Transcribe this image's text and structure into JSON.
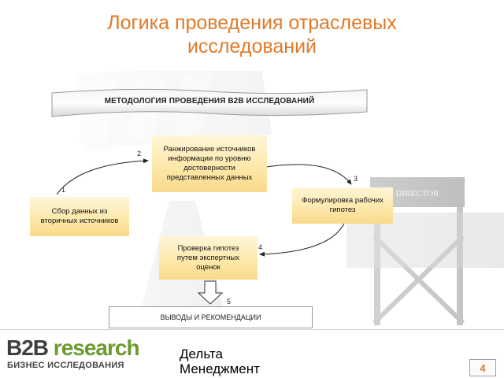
{
  "slide": {
    "title_line1": "Логика проведения отраслевых",
    "title_line2": "исследований",
    "banner": "МЕТОДОЛОГИЯ ПРОВЕДЕНИЯ B2B ИССЛЕДОВАНИЙ",
    "steps": [
      {
        "number": "1",
        "lines": [
          "Сбор данных из",
          "вторичных источников"
        ]
      },
      {
        "number": "2",
        "lines": [
          "Ранжирование источников",
          "информации по уровню",
          "достоверности",
          "представленных данных"
        ]
      },
      {
        "number": "3",
        "lines": [
          "Формулировка рабочих",
          "гипотез"
        ]
      },
      {
        "number": "4",
        "lines": [
          "Проверка гипотез",
          "путем экспертных",
          "оценок"
        ]
      },
      {
        "number": "5",
        "label": "ВЫВОДЫ И РЕКОМЕНДАЦИИ"
      }
    ],
    "background_sign_text": "DIRECTOR"
  },
  "footer": {
    "logo_b2b": "B2B",
    "logo_research": "research",
    "logo_subtitle": "БИЗНЕС ИССЛЕДОВАНИЯ",
    "company": "Дельта Менеджмент",
    "page_number": "4"
  },
  "colors": {
    "title": "#e07a2a",
    "step_fill": "#fde7a8",
    "logo_green": "#6b9a2e",
    "page_number": "#e07a2a"
  }
}
